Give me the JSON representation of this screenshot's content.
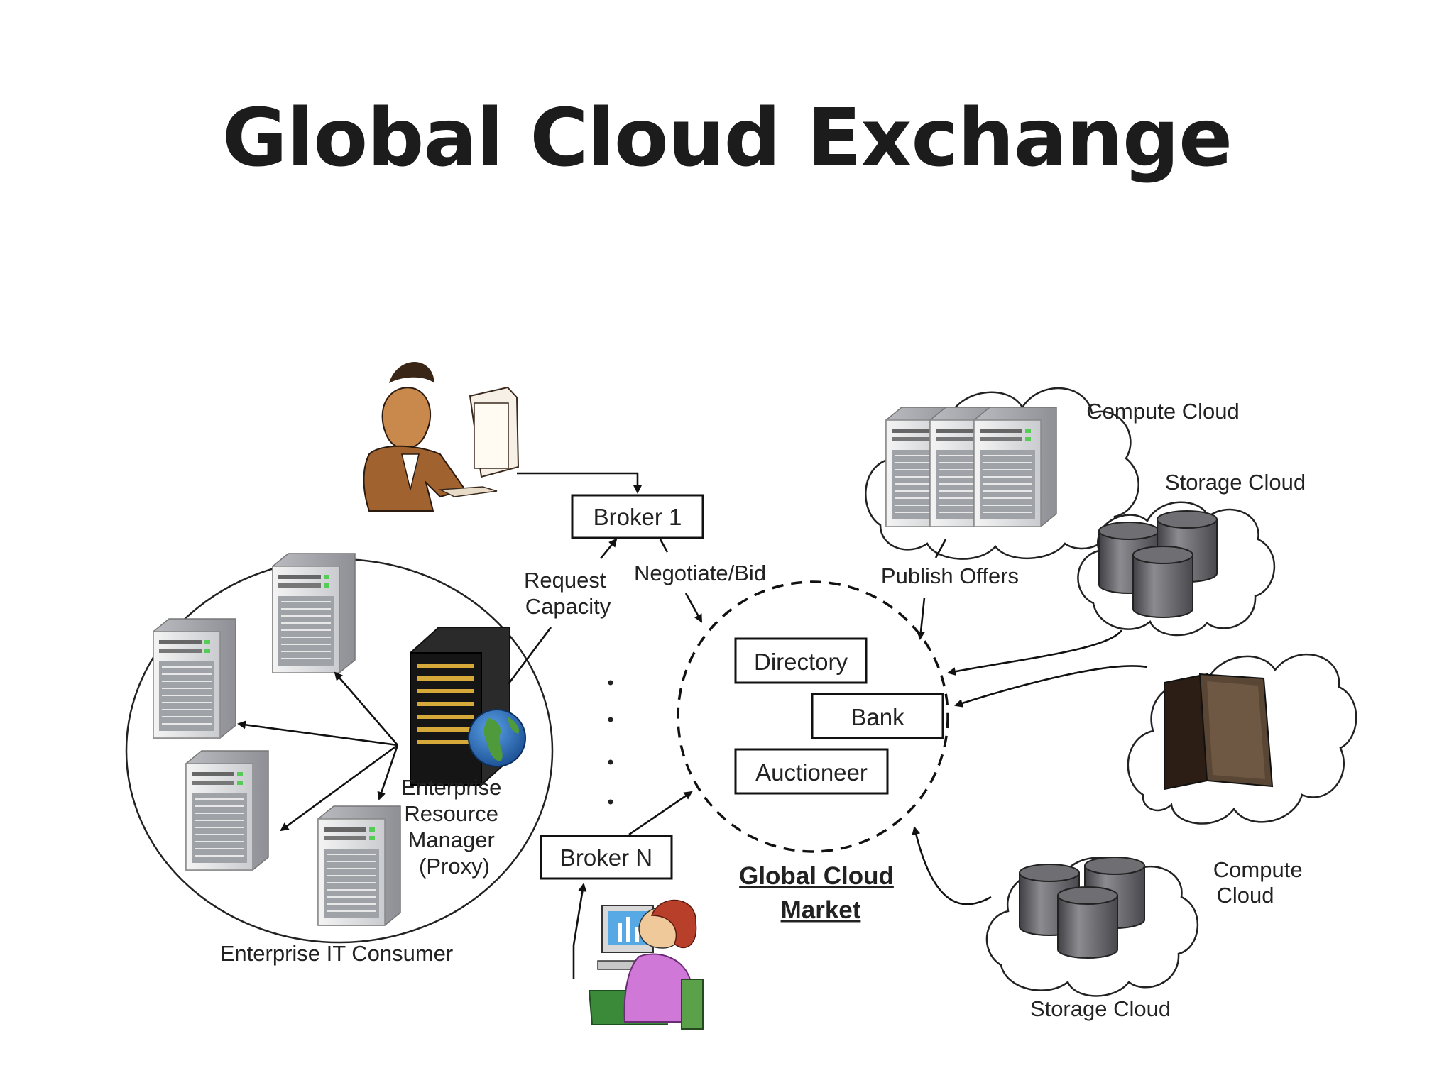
{
  "slide": {
    "title": "Global Cloud Exchange"
  },
  "diagram": {
    "brokers": {
      "broker_1": "Broker 1",
      "broker_n": "Broker N"
    },
    "edge_labels": {
      "request_capacity": [
        "Request",
        "Capacity"
      ],
      "negotiate_bid": "Negotiate/Bid",
      "publish_offers": "Publish Offers"
    },
    "market": {
      "directory": "Directory",
      "bank": "Bank",
      "auctioneer": "Auctioneer",
      "name": [
        "Global Cloud",
        "Market"
      ]
    },
    "enterprise": {
      "proxy": [
        "Enterprise",
        "Resource",
        "Manager",
        "(Proxy)"
      ],
      "consumer": "Enterprise IT Consumer"
    },
    "providers": {
      "compute_cloud_top": "Compute Cloud",
      "storage_cloud_top": "Storage Cloud",
      "compute_cloud_mid": [
        "Compute",
        "Cloud"
      ],
      "storage_cloud_bottom": "Storage Cloud"
    }
  }
}
